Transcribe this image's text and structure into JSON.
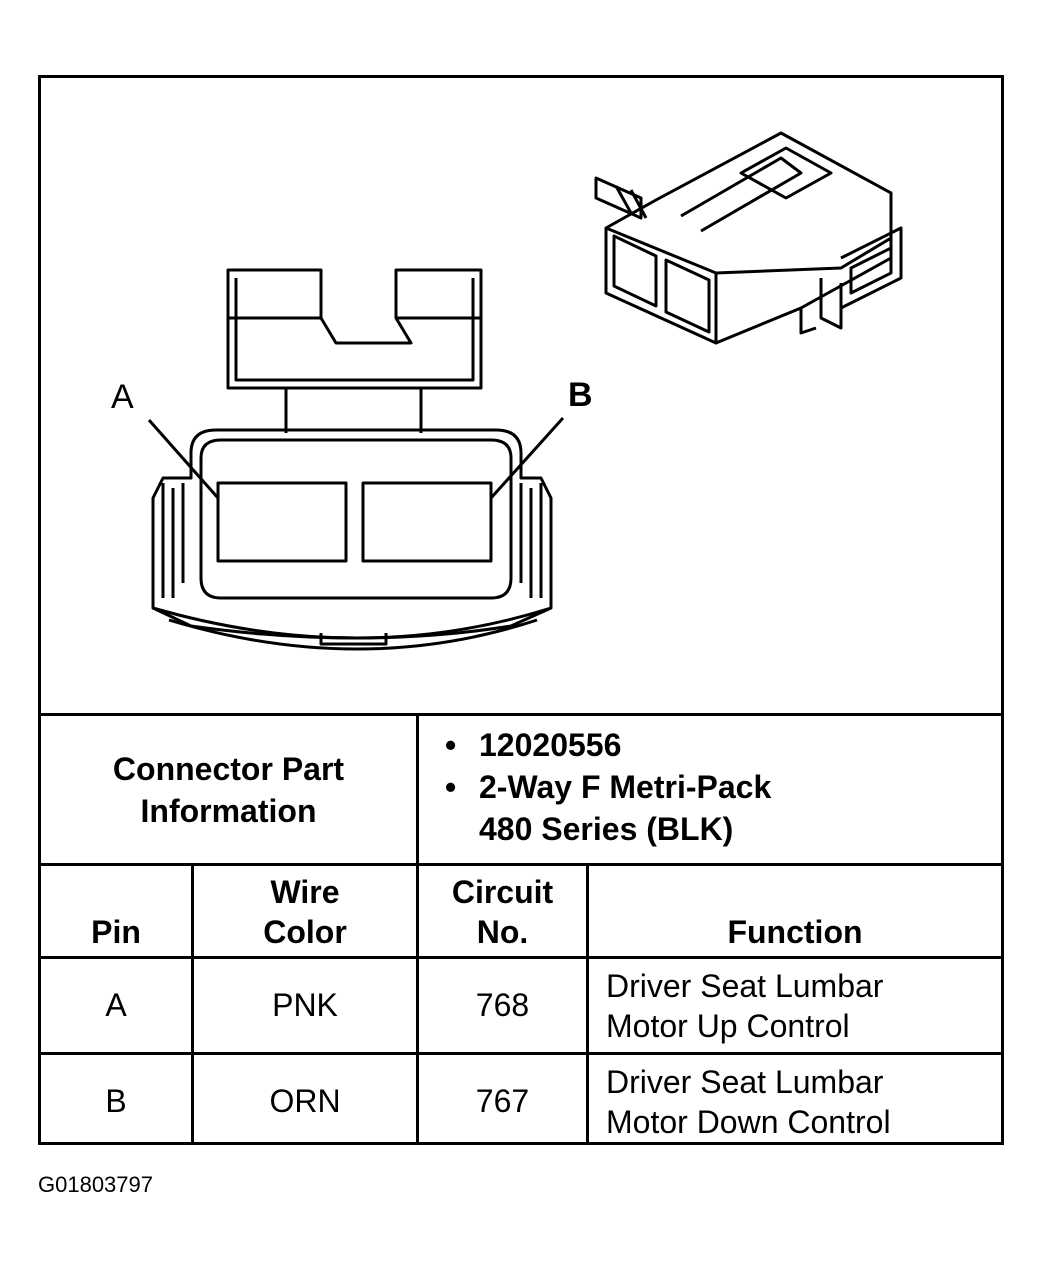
{
  "diagram": {
    "pin_labels": [
      "A",
      "B"
    ]
  },
  "table": {
    "connector_info_label": [
      "Connector Part",
      "Information"
    ],
    "part_info": [
      {
        "bullet": "•",
        "lines": [
          "12020556"
        ]
      },
      {
        "bullet": "•",
        "lines": [
          "2-Way F Metri-Pack",
          "480 Series (BLK)"
        ]
      }
    ],
    "headers": {
      "pin": "Pin",
      "wire_color": [
        "Wire",
        "Color"
      ],
      "circuit": [
        "Circuit",
        "No."
      ],
      "function": "Function"
    },
    "rows": [
      {
        "pin": "A",
        "wire_color": "PNK",
        "circuit": "768",
        "function": [
          "Driver Seat Lumbar",
          "Motor Up Control"
        ]
      },
      {
        "pin": "B",
        "wire_color": "ORN",
        "circuit": "767",
        "function": [
          "Driver Seat Lumbar",
          "Motor Down Control"
        ]
      }
    ]
  },
  "figure_id": "G01803797"
}
